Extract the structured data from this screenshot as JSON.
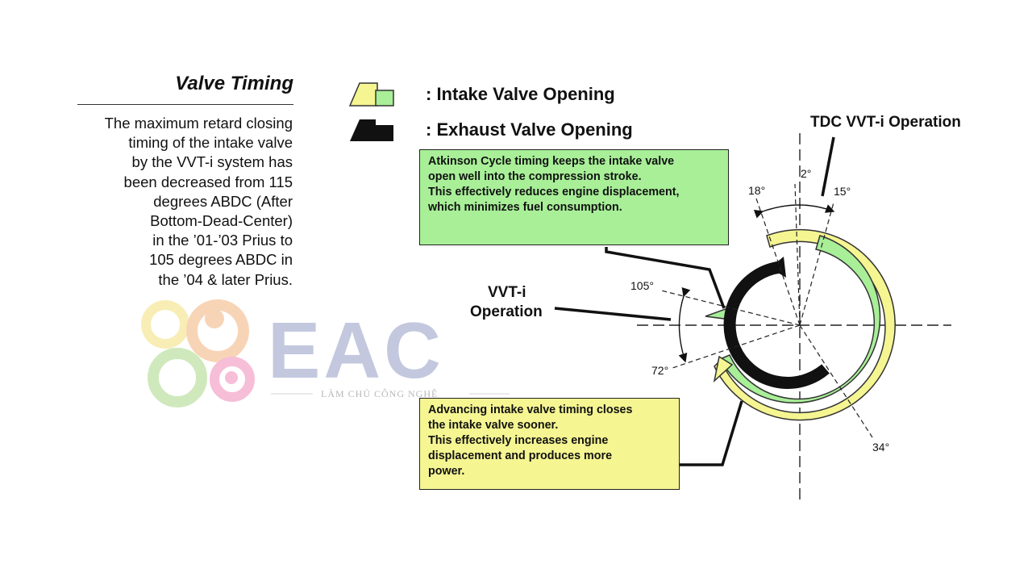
{
  "heading": {
    "title": "Valve Timing",
    "description_lines": [
      "The maximum retard closing",
      "timing of the intake valve",
      "by the VVT-i system has",
      "been decreased from 115",
      "degrees ABDC (After",
      "Bottom-Dead-Center)",
      "in the ’01-’03 Prius to",
      "105 degrees ABDC in",
      "the ’04 & later Prius."
    ]
  },
  "legend": {
    "intake_label": ": Intake Valve Opening",
    "exhaust_label": ": Exhaust Valve Opening"
  },
  "callouts": {
    "atkinson_lines": [
      "Atkinson Cycle timing keeps the intake valve",
      "open well into the compression stroke.",
      "This effectively reduces engine displacement,",
      "which minimizes fuel consumption."
    ],
    "advancing_lines": [
      "Advancing intake valve timing closes",
      "the intake valve sooner.",
      "This effectively increases engine",
      "displacement and produces more",
      "power."
    ]
  },
  "labels": {
    "tdc": "TDC VVT-i Operation",
    "vvti_line1": "VVT-i",
    "vvti_line2": "Operation"
  },
  "angles": {
    "a2": "2°",
    "a18": "18°",
    "a15": "15°",
    "a105": "105°",
    "a72": "72°",
    "a34": "34°"
  },
  "watermark": {
    "brand": "EAC",
    "tagline": "LÀM CHỦ CÔNG NGHỆ"
  },
  "colors": {
    "intake_green": "#a8ef98",
    "intake_yellow": "#f5f592",
    "exhaust_black": "#111111",
    "watermark_blue": "#c3c8de"
  }
}
